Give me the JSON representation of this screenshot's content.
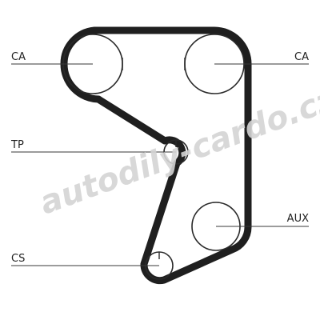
{
  "labels": {
    "ca_left": "CA",
    "ca_right": "CA",
    "tp": "TP",
    "aux": "AUX",
    "cs": "CS"
  },
  "watermark": "autodily-cardo.cz",
  "colors": {
    "belt": "#1f1f1f",
    "pulley": "#2a2a2a",
    "leader": "#3a3a3a",
    "watermark": "#d4d4d4",
    "background": "#ffffff"
  }
}
